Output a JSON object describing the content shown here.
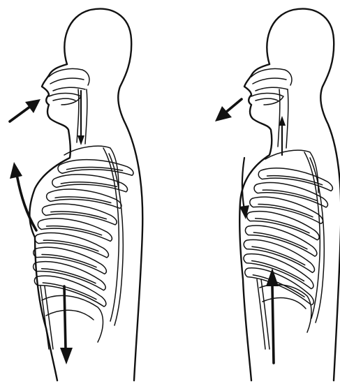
{
  "diagram": {
    "panels": [
      {
        "phase": "inhalation",
        "figure_icon": "torso-ribcage-icon",
        "arrows": [
          {
            "icon": "air-inflow-arrow-icon",
            "direction": "into-mouth"
          },
          {
            "icon": "airway-down-arrow-icon",
            "direction": "down-trachea"
          },
          {
            "icon": "chest-expand-arrow-icon",
            "direction": "up-and-out"
          },
          {
            "icon": "diaphragm-down-arrow-icon",
            "direction": "down"
          }
        ]
      },
      {
        "phase": "exhalation",
        "figure_icon": "torso-ribcage-icon",
        "arrows": [
          {
            "icon": "air-outflow-arrow-icon",
            "direction": "out-of-mouth"
          },
          {
            "icon": "airway-up-arrow-icon",
            "direction": "up-trachea"
          },
          {
            "icon": "chest-contract-arrow-icon",
            "direction": "down-and-in"
          },
          {
            "icon": "diaphragm-up-arrow-icon",
            "direction": "up"
          }
        ]
      }
    ],
    "colors": {
      "line": "#111111",
      "background": "#ffffff"
    }
  }
}
